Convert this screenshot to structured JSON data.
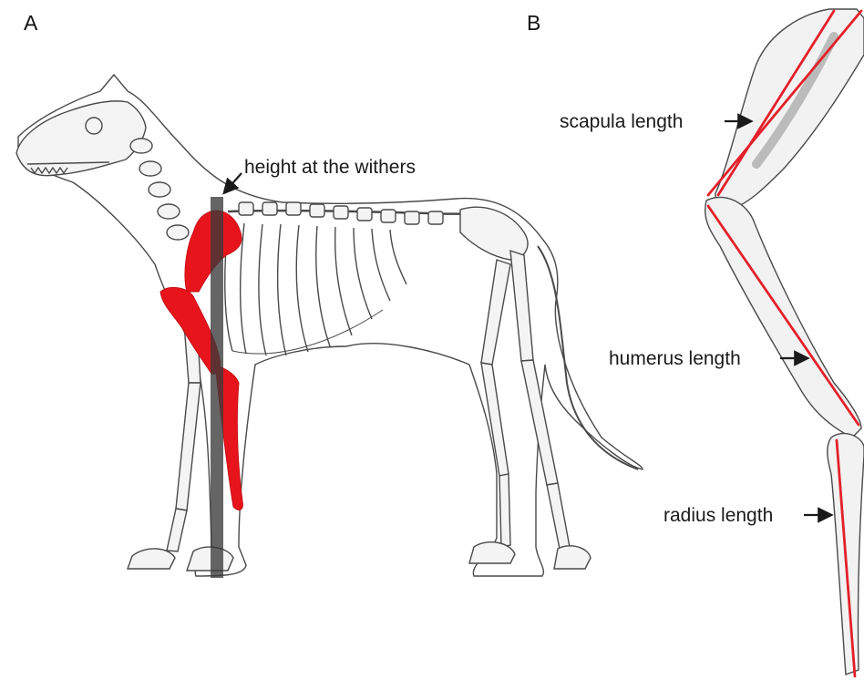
{
  "panels": {
    "a": {
      "letter": "A",
      "annotation": "height at the withers"
    },
    "b": {
      "letter": "B",
      "measurements": [
        {
          "label": "scapula length"
        },
        {
          "label": "humerus length"
        },
        {
          "label": "radius length"
        }
      ]
    }
  },
  "colors": {
    "highlight": "#e8141c",
    "measure_line": "#e3202a",
    "withers_bar": "#3a3a3a",
    "bone_outline": "#4a4a4a",
    "bone_fill": "#f4f4f4"
  }
}
